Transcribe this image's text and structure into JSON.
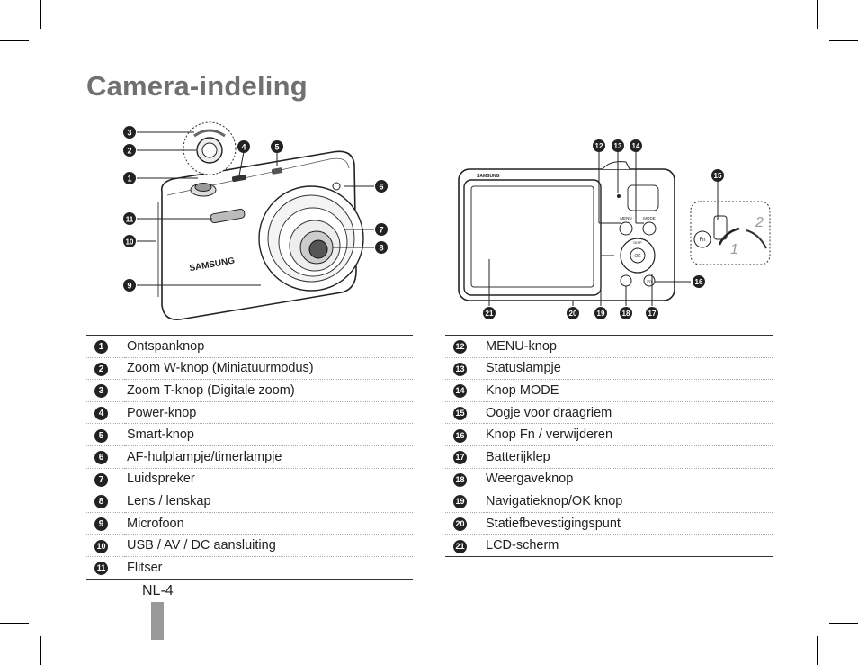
{
  "page": {
    "title": "Camera-indeling",
    "page_number": "NL-4"
  },
  "front_view": {
    "brand": "SAMSUNG",
    "callouts": [
      "1",
      "2",
      "3",
      "4",
      "5",
      "6",
      "7",
      "8",
      "9",
      "10",
      "11"
    ]
  },
  "back_view": {
    "brand": "SAMSUNG",
    "button_menu": "MENU",
    "button_mode": "MODE",
    "button_disp": "DISP",
    "button_ok": "OK",
    "button_fn": "Fn",
    "callouts": [
      "12",
      "13",
      "14",
      "15",
      "16",
      "17",
      "18",
      "19",
      "20",
      "21"
    ],
    "strap_steps": [
      "1",
      "2"
    ]
  },
  "legend_left": [
    {
      "num": "1",
      "label": "Ontspanknop"
    },
    {
      "num": "2",
      "label": "Zoom W-knop (Miniatuurmodus)"
    },
    {
      "num": "3",
      "label": "Zoom T-knop (Digitale zoom)"
    },
    {
      "num": "4",
      "label": "Power-knop"
    },
    {
      "num": "5",
      "label": "Smart-knop"
    },
    {
      "num": "6",
      "label": "AF-hulplampje/timerlampje"
    },
    {
      "num": "7",
      "label": "Luidspreker"
    },
    {
      "num": "8",
      "label": "Lens / lenskap"
    },
    {
      "num": "9",
      "label": "Microfoon"
    },
    {
      "num": "10",
      "label": "USB / AV / DC aansluiting"
    },
    {
      "num": "11",
      "label": "Flitser"
    }
  ],
  "legend_right": [
    {
      "num": "12",
      "label": "MENU-knop"
    },
    {
      "num": "13",
      "label": "Statuslampje"
    },
    {
      "num": "14",
      "label": "Knop MODE"
    },
    {
      "num": "15",
      "label": "Oogje voor draagriem"
    },
    {
      "num": "16",
      "label": "Knop Fn / verwijderen"
    },
    {
      "num": "17",
      "label": "Batterijklep"
    },
    {
      "num": "18",
      "label": "Weergaveknop"
    },
    {
      "num": "19",
      "label": "Navigatieknop/OK knop"
    },
    {
      "num": "20",
      "label": "Statiefbevestigingspunt"
    },
    {
      "num": "21",
      "label": "LCD-scherm"
    }
  ]
}
